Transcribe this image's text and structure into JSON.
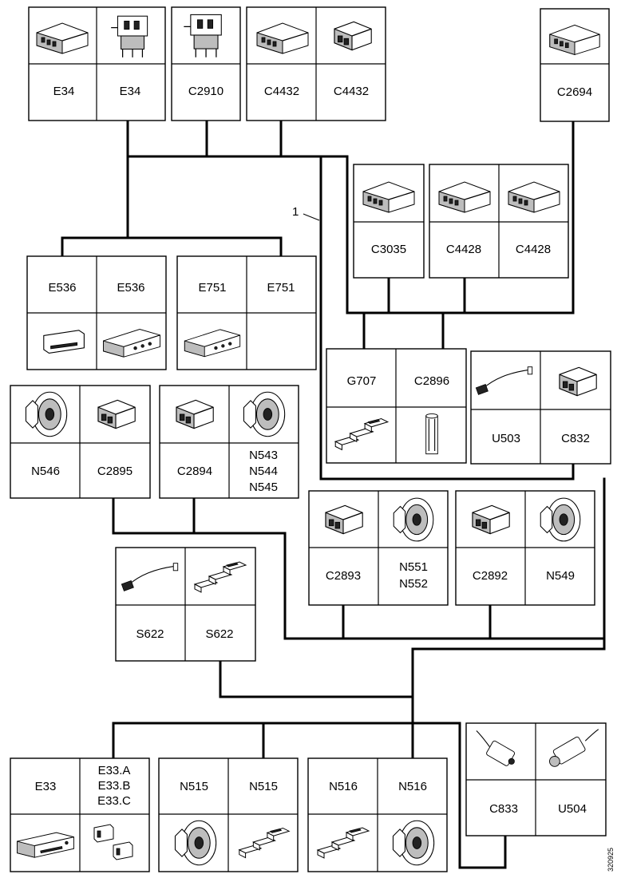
{
  "diagram": {
    "ref_label": "1",
    "drawing_code": "320925",
    "components": [
      {
        "id": "e34-a",
        "label": "E34",
        "icon": "connector-block-icon"
      },
      {
        "id": "e34-b",
        "label": "E34",
        "icon": "connector-harness-icon"
      },
      {
        "id": "c2910",
        "label": "C2910",
        "icon": "connector-harness-icon"
      },
      {
        "id": "c4432-a",
        "label": "C4432",
        "icon": "connector-block-icon"
      },
      {
        "id": "c4432-b",
        "label": "C4432",
        "icon": "connector-small-icon"
      },
      {
        "id": "c2694",
        "label": "C2694",
        "icon": "connector-block-icon"
      },
      {
        "id": "c3035",
        "label": "C3035",
        "icon": "connector-block-icon"
      },
      {
        "id": "c4428-a",
        "label": "C4428",
        "icon": "connector-block-icon"
      },
      {
        "id": "c4428-b",
        "label": "C4428",
        "icon": "connector-block-icon"
      },
      {
        "id": "e536-a",
        "label": "E536",
        "icon": "connector-flat-icon"
      },
      {
        "id": "e536-b",
        "label": "E536",
        "icon": "module-box-icon"
      },
      {
        "id": "e751-a",
        "label": "E751",
        "icon": "module-box-icon"
      },
      {
        "id": "e751-b",
        "label": "E751",
        "icon": ""
      },
      {
        "id": "g707",
        "label": "G707",
        "icon": "terminals-icon"
      },
      {
        "id": "c2896",
        "label": "C2896",
        "icon": "cylinder-icon"
      },
      {
        "id": "u503",
        "label": "U503",
        "icon": "sensor-lead-icon"
      },
      {
        "id": "c832",
        "label": "C832",
        "icon": "connector-small-icon"
      },
      {
        "id": "n546",
        "label": "N546",
        "icon": "speaker-icon"
      },
      {
        "id": "c2895",
        "label": "C2895",
        "icon": "connector-small-icon"
      },
      {
        "id": "c2894",
        "label": "C2894",
        "icon": "connector-small-icon"
      },
      {
        "id": "n543-545",
        "label_lines": [
          "N543",
          "N544",
          "N545"
        ],
        "icon": "speaker-icon"
      },
      {
        "id": "c2893",
        "label": "C2893",
        "icon": "connector-small-icon"
      },
      {
        "id": "n551-552",
        "label_lines": [
          "N551",
          "N552"
        ],
        "icon": "speaker-icon"
      },
      {
        "id": "c2892",
        "label": "C2892",
        "icon": "connector-small-icon"
      },
      {
        "id": "n549",
        "label": "N549",
        "icon": "speaker-icon"
      },
      {
        "id": "s622-a",
        "label": "S622",
        "icon": "sensor-lead-icon"
      },
      {
        "id": "s622-b",
        "label": "S622",
        "icon": "terminals-icon"
      },
      {
        "id": "e33",
        "label": "E33",
        "icon": "radio-unit-icon"
      },
      {
        "id": "e33-abc",
        "label_lines": [
          "E33.A",
          "E33.B",
          "E33.C"
        ],
        "icon": "connector-pair-icon"
      },
      {
        "id": "n515-a",
        "label": "N515",
        "icon": "speaker-icon"
      },
      {
        "id": "n515-b",
        "label": "N515",
        "icon": "terminals-icon"
      },
      {
        "id": "n516-a",
        "label": "N516",
        "icon": "terminals-icon"
      },
      {
        "id": "n516-b",
        "label": "N516",
        "icon": "speaker-icon"
      },
      {
        "id": "c833",
        "label": "C833",
        "icon": "antenna-plug-icon"
      },
      {
        "id": "u504",
        "label": "U504",
        "icon": "antenna-lead-icon"
      }
    ]
  }
}
